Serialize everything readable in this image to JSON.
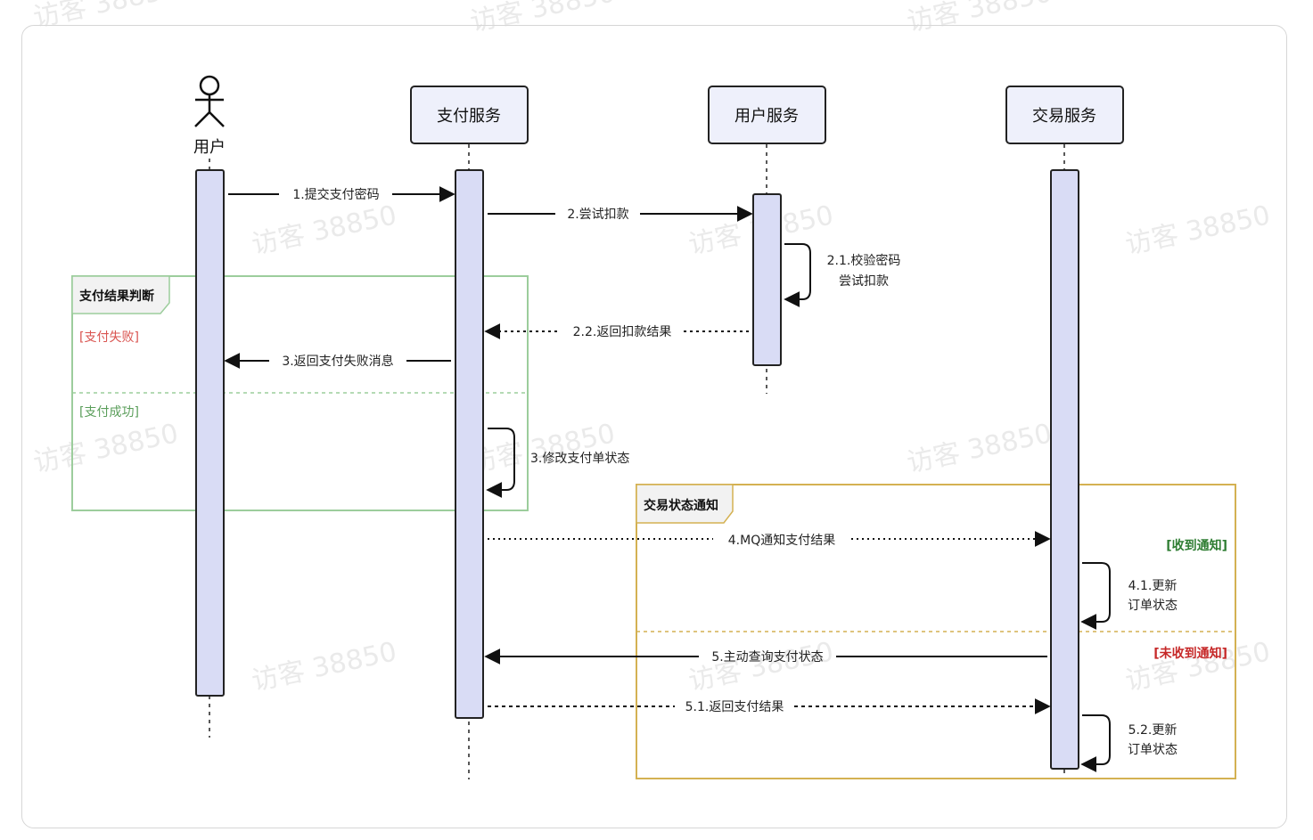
{
  "watermark": "访客 38850",
  "participants": {
    "user": "用户",
    "pay": "支付服务",
    "usersvc": "用户服务",
    "trade": "交易服务"
  },
  "messages": {
    "m1": "1.提交支付密码",
    "m2": "2.尝试扣款",
    "m21a": "2.1.校验密码",
    "m21b": "尝试扣款",
    "m22": "2.2.返回扣款结果",
    "m3fail": "3.返回支付失败消息",
    "m3": "3.修改支付单状态",
    "m4": "4.MQ通知支付结果",
    "m41a": "4.1.更新",
    "m41b": "订单状态",
    "m5": "5.主动查询支付状态",
    "m51": "5.1.返回支付结果",
    "m52a": "5.2.更新",
    "m52b": "订单状态"
  },
  "frames": {
    "payResult": {
      "title": "支付结果判断",
      "cond_fail": "[支付失败]",
      "cond_ok": "[支付成功]",
      "color": "#9ccd9c"
    },
    "tradeNotify": {
      "title": "交易状态通知",
      "cond_recv": "[收到通知]",
      "cond_norecv": "[未收到通知]",
      "color": "#d4b152"
    }
  },
  "colors": {
    "activation_fill": "#d9dcf5",
    "participant_fill": "#eef0fb",
    "fail_text": "#d9534f",
    "ok_text": "#5a9e5a",
    "recv_text": "#2e7d32",
    "norecv_text": "#c62828"
  }
}
